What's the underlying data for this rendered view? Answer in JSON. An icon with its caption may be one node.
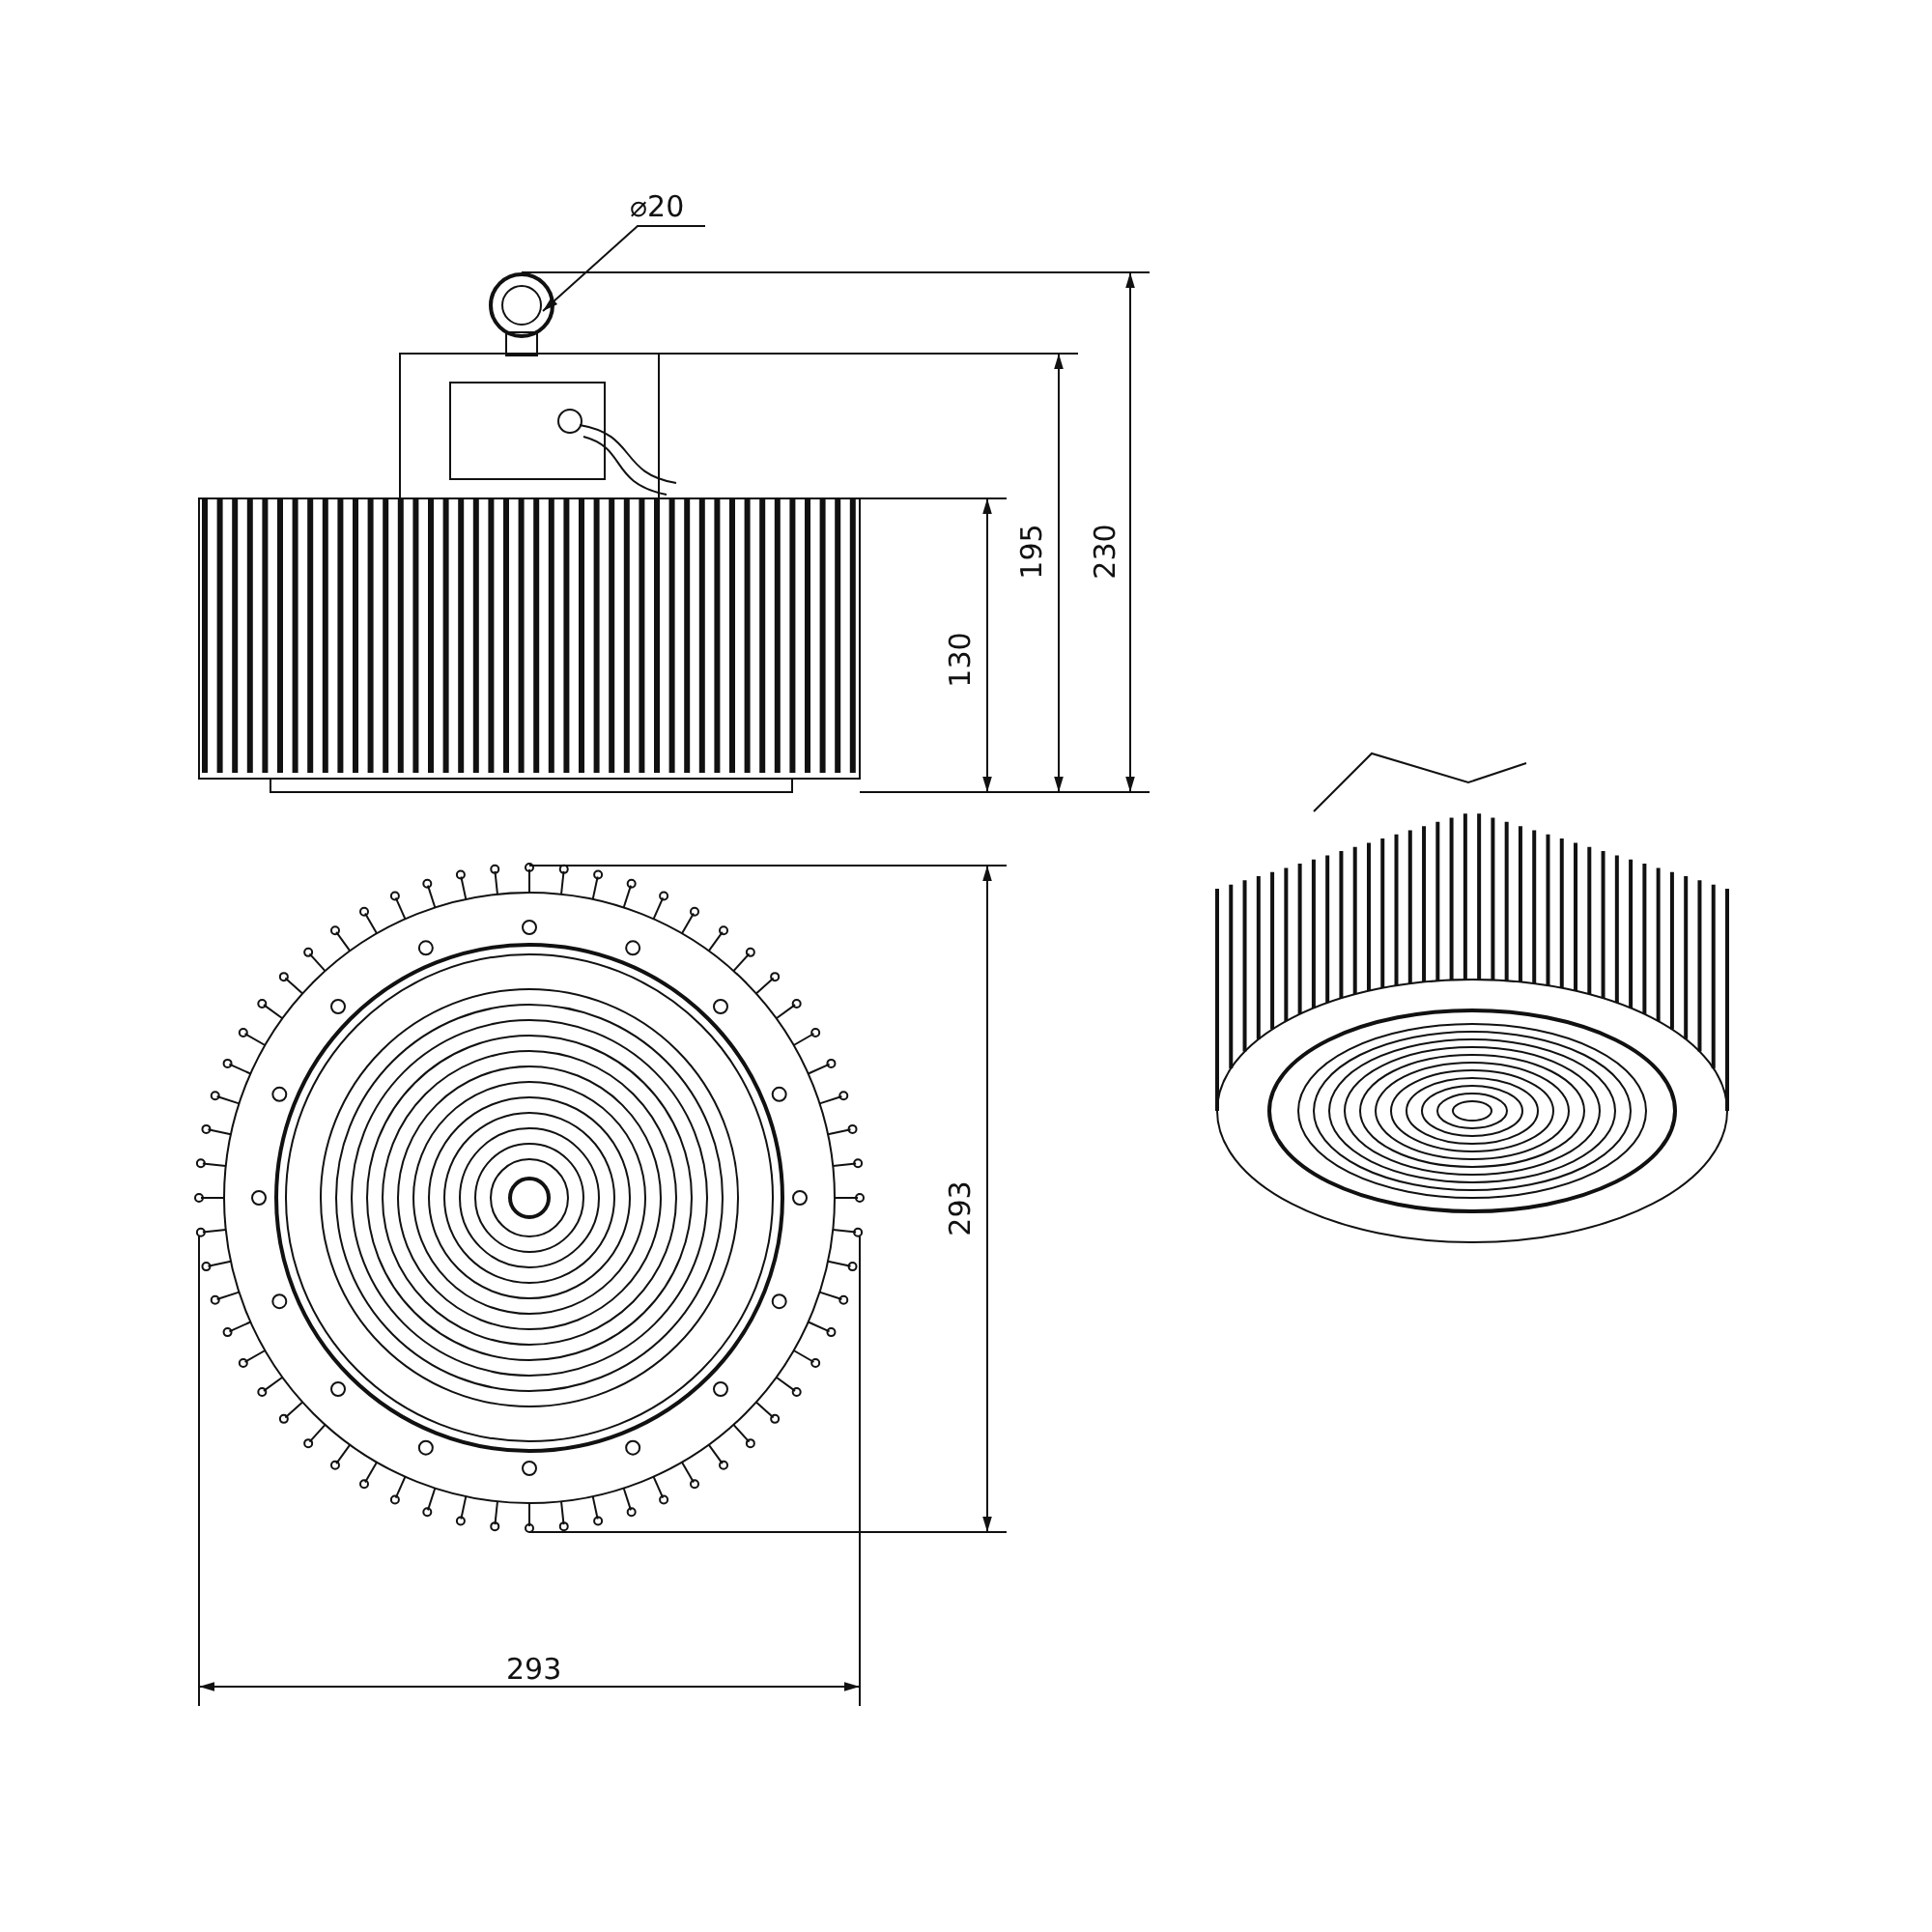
{
  "diagram": {
    "nodes": [
      {
        "text": [
          "⌀20"
        ]
      },
      {
        "text": [],
        "shape": "circle"
      }
    ],
    "edges": [
      {
        "from": 0,
        "to": 1,
        "arrow": "to"
      }
    ],
    "labels": [
      "195",
      "230",
      "130",
      "293",
      "293"
    ]
  }
}
